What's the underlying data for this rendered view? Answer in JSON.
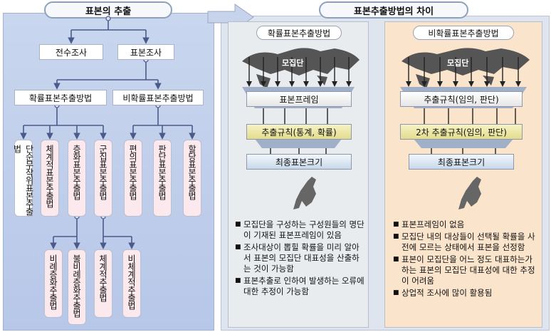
{
  "left": {
    "title": "표본의 추출",
    "census": "전수조사",
    "sampling": "표본조사",
    "prob_method": "확률표본추출방법",
    "nonprob_method": "비확률표본추출방법",
    "prob_methods": [
      "단순무작위표본추출법",
      "체계적표본추출법",
      "층화표본추출법",
      "군집표본추출법"
    ],
    "nonprob_methods": [
      "편의표본추출법",
      "판단표본추출법",
      "할당표본추출법"
    ],
    "stratified_sub": [
      "비례층화추출법",
      "불비례층화추출법"
    ],
    "cluster_sub": [
      "체계적추출법",
      "비체계적추출법"
    ]
  },
  "right": {
    "title": "표본추출방법의 차이",
    "prob": {
      "title": "확률표본추출방법",
      "population": "모집단",
      "step1": "표본프레임",
      "step2": "추출규칙(통계, 확률)",
      "step3": "최종표본크기",
      "bullets": [
        "모집단을 구성하는 구성원들의 명단이 기재된 표본프레임이 있음",
        "조사대상이 뽑힐 확률을 미리 알아서 표본의 모집단 대표성을 산출하는 것이 가능함",
        "표본추출로 인하여 발생하는 오류에 대한 추정이 가능함"
      ]
    },
    "nonprob": {
      "title": "비확률표본추출방법",
      "population": "모집단",
      "step1": "추출규칙(임의, 판단)",
      "step2": "2차 추출규칙(임의, 판단)",
      "step3": "최종표본크기",
      "bullets": [
        "표본프레임이 없음",
        "모집단 내의 대상들이 선택될 확률을 사전에 모르는 상태에서 표본을 선정함",
        "표본이 모집단을 어느 정도 대표하는가 하는 표본의 모집단 대표성에 대한 추정이 어려움",
        "상업적 조사에 많이 활용됨"
      ]
    }
  },
  "colors": {
    "left_bg": "#c1d0ec",
    "right_bg": "#dfe5ee",
    "nonprob_bg": "#fbe4cc",
    "line": "#4a5a8a"
  }
}
